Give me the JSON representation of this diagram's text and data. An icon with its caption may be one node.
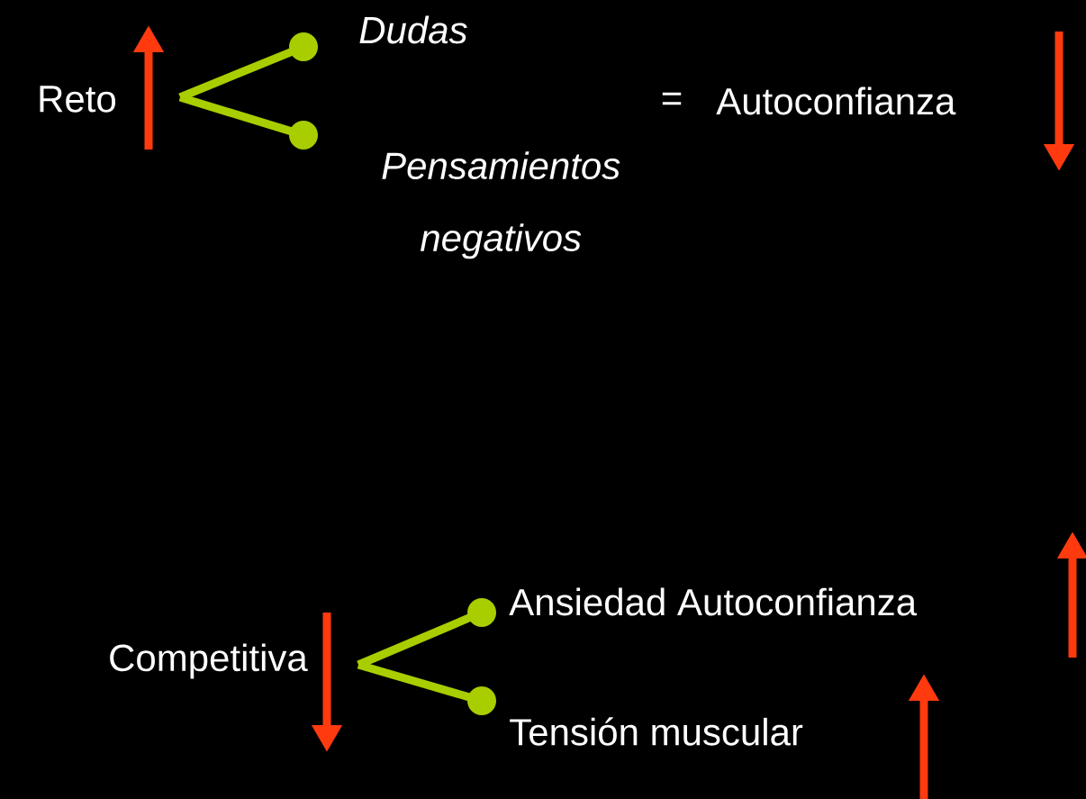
{
  "diagram": {
    "nodes": [
      {
        "text": [
          "Reto"
        ]
      },
      {
        "text": [
          "Dudas"
        ]
      },
      {
        "text": [
          "Pensamientos negativos"
        ]
      },
      {
        "text": [
          "Autoconfianza"
        ]
      },
      {
        "text": [
          "Competitiva"
        ]
      },
      {
        "text": [
          "Ansiedad Autoconfianza"
        ]
      },
      {
        "text": [
          "Tensión muscular"
        ]
      }
    ],
    "edges": [
      {
        "from": 0,
        "to": 1,
        "arrow": "none"
      },
      {
        "from": 0,
        "to": 2,
        "arrow": "none"
      },
      {
        "from": 4,
        "to": 5,
        "arrow": "none"
      },
      {
        "from": 4,
        "to": 6,
        "arrow": "none"
      }
    ],
    "labels": [
      "="
    ]
  }
}
